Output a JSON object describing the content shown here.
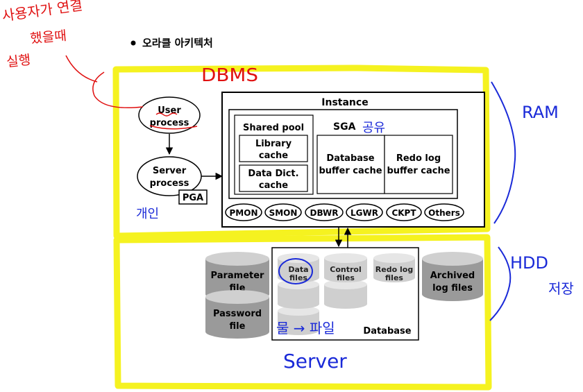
{
  "heading": "오라클 아키텍처",
  "instance": {
    "title": "Instance",
    "sga_label": "SGA",
    "shared_pool": "Shared pool",
    "library_cache": [
      "Library",
      "cache"
    ],
    "data_dict_cache": [
      "Data Dict.",
      "cache"
    ],
    "db_buffer_cache": [
      "Database",
      "buffer cache"
    ],
    "redo_log_buffer": [
      "Redo log",
      "buffer cache"
    ],
    "processes": [
      "PMON",
      "SMON",
      "DBWR",
      "LGWR",
      "CKPT",
      "Others"
    ]
  },
  "user_process": [
    "User",
    "process"
  ],
  "server_process": [
    "Server",
    "process"
  ],
  "pga": "PGA",
  "files": {
    "parameter_file": [
      "Parameter",
      "file"
    ],
    "password_file": [
      "Password",
      "file"
    ],
    "data_files": [
      "Data",
      "files"
    ],
    "control_files": [
      "Control",
      "files"
    ],
    "redo_log_files": [
      "Redo log",
      "files"
    ],
    "archived_log_files": [
      "Archived",
      "log files"
    ],
    "database_label": "Database"
  },
  "annotations": {
    "top_left": [
      "사용자가 연결",
      "했을때",
      "실행"
    ],
    "dbms": "DBMS",
    "ram": "RAM",
    "hdd": "HDD",
    "storage": "저장",
    "private": "개인",
    "shared": "공유",
    "file_note": "물 → 파일",
    "server": "Server"
  },
  "colors": {
    "highlight": "#f5f220",
    "annotation_red": "#e01010",
    "annotation_blue": "#1a2ad8",
    "cylinder_gray": "#9a9a9a",
    "cylinder_light": "#d0d0d0"
  }
}
